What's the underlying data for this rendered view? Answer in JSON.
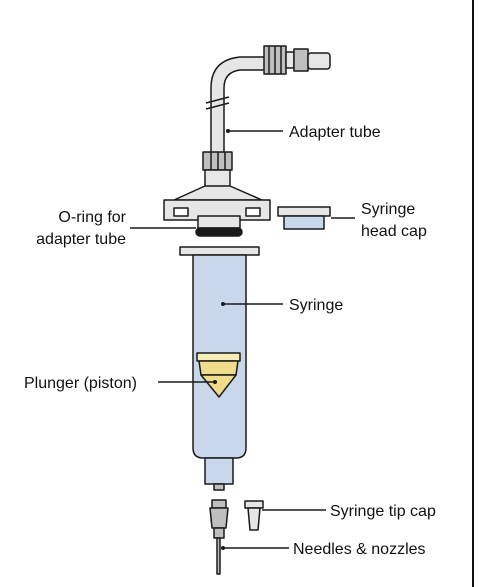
{
  "labels": {
    "adapter_tube": "Adapter tube",
    "oring_line1": "O-ring for",
    "oring_line2": "adapter tube",
    "head_cap_line1": "Syringe",
    "head_cap_line2": "head cap",
    "syringe": "Syringe",
    "plunger": "Plunger (piston)",
    "tip_cap": "Syringe tip cap",
    "needles": "Needles & nozzles"
  },
  "colors": {
    "outline": "#1a1a1a",
    "light_grey": "#e6e6e6",
    "mid_grey": "#bfbfbf",
    "syringe_blue": "#c9d7ea",
    "plunger_yellow": "#f0dc8a",
    "plunger_light": "#f7edb8"
  }
}
